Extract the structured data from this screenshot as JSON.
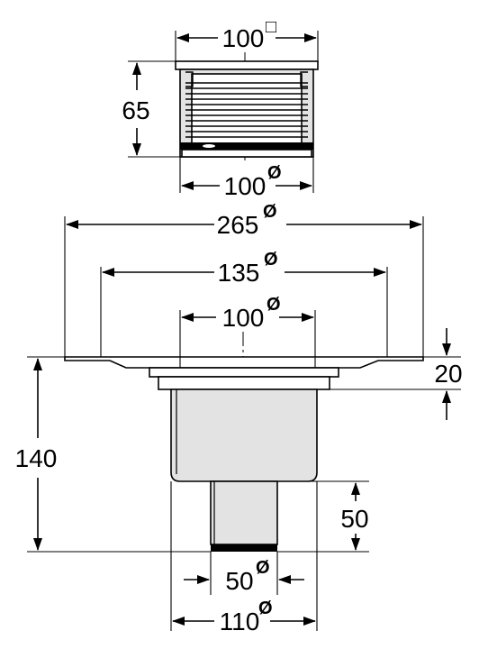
{
  "top_part": {
    "width_label": "100",
    "width_symbol": "□",
    "height_label": "65",
    "diameter_label": "100",
    "diameter_symbol": "Ø"
  },
  "bottom_part": {
    "flange_label": "265",
    "flange_symbol": "Ø",
    "collar_label": "135",
    "collar_symbol": "Ø",
    "inner_label": "100",
    "inner_symbol": "Ø",
    "flange_height_label": "20",
    "total_height_label": "140",
    "outlet_height_label": "50",
    "outlet_diameter_label": "50",
    "outlet_symbol": "Ø",
    "body_diameter_label": "110",
    "body_symbol": "Ø"
  }
}
